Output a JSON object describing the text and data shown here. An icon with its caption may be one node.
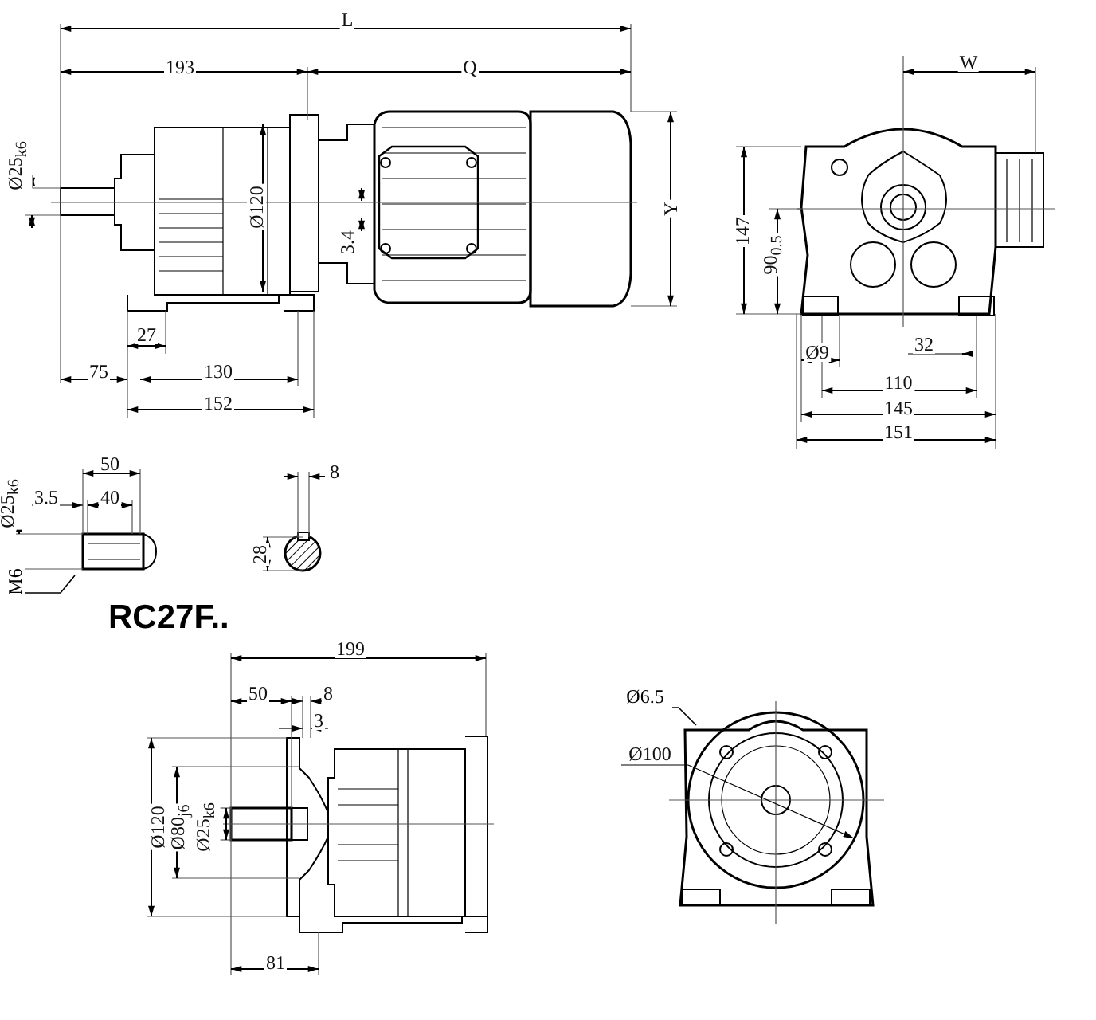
{
  "diagram": {
    "title": "RC27F..",
    "nodes": [
      {
        "text": [
          "M6"
        ]
      },
      {
        "text": [
          "Ø6.5"
        ]
      }
    ],
    "edges": [
      {
        "from": 0,
        "to": null,
        "arrow": "none"
      },
      {
        "from": 1,
        "to": null,
        "arrow": "none"
      }
    ],
    "labels": [
      "L",
      "193",
      "Q",
      "Ø25$_{k6}$",
      "Ø120",
      "3.4",
      "Y",
      "27",
      "75",
      "130",
      "152",
      "W",
      "147",
      "90$_{0.5}$",
      "Ø9",
      "32",
      "110",
      "145",
      "151",
      "Ø25$_{k6}$",
      "50",
      "3.5",
      "40",
      "8",
      "28",
      "199",
      "50",
      "8",
      "3",
      "Ø120",
      "Ø80$_{j6}$",
      "Ø25$_{k6}$",
      "81",
      "Ø100"
    ]
  }
}
